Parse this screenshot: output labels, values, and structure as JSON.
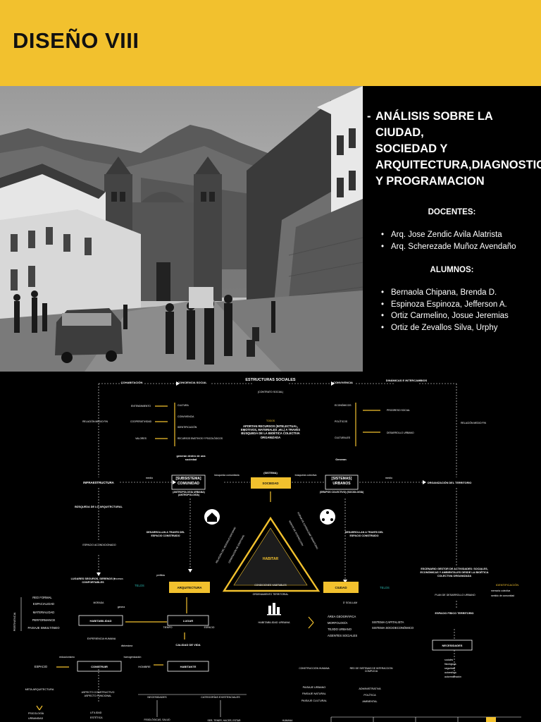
{
  "header": {
    "title": "DISEÑO VIII"
  },
  "info": {
    "title_dash": "-",
    "title_lines": [
      "ANÁLISIS SOBRE LA  CIUDAD,",
      "SOCIEDAD Y",
      "ARQUITECTURA,DIAGNOSTICO",
      "Y PROGRAMACION"
    ],
    "docentes_label": "DOCENTES:",
    "docentes": [
      "Arq. Jose Zendic Avila Alatrista",
      "Arq. Scherezade Muñoz Avendaño"
    ],
    "alumnos_label": "ALUMNOS:",
    "alumnos": [
      "Bernaola Chipana, Brenda D.",
      "Espinoza Espinoza, Jefferson A.",
      "Ortiz Carmelino, Josue Jeremias",
      "Ortiz de Zevallos Silva, Urphy"
    ]
  },
  "diagram": {
    "cohabitacion": "COHABITACIÓN",
    "conciencia_social": "CONCIENCIA SOCIAL",
    "estructuras_sociales": "ESTRUCTURAS SOCIALES",
    "contrato_social": "(CONTRATO SOCIAL)",
    "convivencia_top": "CONVIVENCIA",
    "dinamicas": "DINÁMICAS E INTERCAMBIOS",
    "entendimiento": "ENTENDIMIENTO",
    "cooperatividad": "COOPERATIVIDAD",
    "valores": "VALORES",
    "cultura": "CULTURA",
    "convivencia": "CONVIVENCIA",
    "identificacion": "IDENTIFICACIÓN",
    "recursos": "RECURSOS EMOTIVOS Y PSICOLÓGICOS",
    "economicos": "ECONÓMICOS",
    "politicos": "POLÍTICOS",
    "culturales": "CULTURALES",
    "progreso_social": "PROGRESO SOCIAL",
    "desarrollo_urbano": "DESARROLLO URBANO",
    "relacion_left": "RELACIÓN MEDIO FIN",
    "relacion_right": "RELACIÓN MEDIO FIN",
    "todos": "TODOS",
    "aportan": "APORTAN RECURSOS (INTELECTUAL, EMOTIVOS, MATERIALES ,etc.) A TRAVÉS BÚSQUEDA DE LA BIOÉTICA COLECTIVA ORGANIZADA",
    "generan": "generan dentro de una sociedad",
    "generan2": "Generan",
    "infraestructura": "INFRAESTRUCTURA",
    "medio_left": "medio",
    "medio_right": "medio",
    "subsistema_comunidad": "[SUBSISTEMA] COMUNIDAD",
    "antropologia": "(ANTROPOLOGÍA URBANA) (ANTROPOLOGÍA)",
    "busqueda_comunitaria": "búsqueda comunitaria",
    "sistema": "(SISTEMA)",
    "sociedad": "SOCIEDAD",
    "busqueda_colectiva": "búsqueda colectiva",
    "sistemas_urbanos": "[SISTEMAS] URBANOS",
    "grupos": "(GRUPOS COLECTIVO) (SOCIOLOGÍA)",
    "organizacion": "ORGANIZACIÓN DEL TERRITORIO",
    "busqueda_arq": "BÚSQUEDA DE LO ARQUITECTURAL",
    "desarrollan_left": "DESARROLLAN A TRAVÉS DEL ESPACIO CONSTRUIDO",
    "desarrollan_right": "DESARROLLAN A TRAVÉS DEL ESPACIO CONSTRUIDO",
    "espacio_acondicionado": "ESPACIO ACONDICIONADO",
    "habitar": "HABITAR",
    "condiciones": "CONDICIONES HABITABLES",
    "ordenamiento": "ORDENAMIENTO TERRITORIAL",
    "left_diag_1": "RELACIÓN DEL INDIVIDUO ENTORNO",
    "left_diag_2": "GENERACIÓN DE IDENTIDAD",
    "right_diag_1": "FORMA DE CONSOLIDAR TERRITORIO",
    "right_diag_2": "MODOS DE INTERACCIÓN",
    "lugares": "LUGARES SEGUROS, SERENOS Y CONFORTABLES",
    "procesos": "procesos",
    "perfilida": "perfilida",
    "telos_left": "TELOS",
    "arquitectura": "ARQUITECTURA",
    "ciudad": "CIUDAD",
    "telos_right": "TELOS",
    "escenario": "ESCENARIO GESTOR DE ACTIVIDADES: SOCIALES, ECONÓMICAS Y AMBIENTALES DESDE LA BIOÉTICA COLECTIVA ORGANIZADA",
    "identificacion2": "IDENTIFICACIÓN",
    "memoria": "memoria colectiva",
    "sentido": "sentido de comunidad",
    "plan": "PLAN DE DESARROLLO URBANO",
    "pertinencia": "PERTINENCIA",
    "red_formal": "RED FORMAL",
    "espacialidad": "ESPACIALIDAD",
    "materialidad": "MATERIALIDAD",
    "performance": "PERFORMANCE",
    "paisaje_simultaneo": "PAISAJE SIMULTÁNEO",
    "morada": "MORADA",
    "genera": "genera",
    "habitabilidad": "HABITABILIDAD",
    "tiempo": "TIEMPO",
    "lugar": "LUGAR",
    "espacio_small": "ESPACIO",
    "habitabilidad_urbana": "HABITABILIDAD URBANA",
    "d_soullam": "D' SOULLAM",
    "area": "ÁREA GEOGRÁFICA",
    "morfologia": "MORFOLOGÍA",
    "tejido": "TEJIDO URBANO",
    "agentes": "AGENTES SOCIALES",
    "sistema_capitalista": "SISTEMA CAPITALISTA",
    "sistema_socio": "SISTEMA SOCIOECONÓMICO",
    "espacio_fisico": "ESPACIO FÍSICO TERRITORIO",
    "experiencia": "EXPERIENCIA HUMANA",
    "distorsiona": "distorsiona",
    "calidad": "CALIDAD DE VIDA",
    "necesidades_right": "NECESIDADES",
    "reduccionismo": "reduccionismo",
    "homogenizacion": "homogenización",
    "espacio_big": "ESPACIO",
    "construir": "CONSTRUIR",
    "hombre": "HOMBRE",
    "habitante": "HABITANTE",
    "sociales": "sociales",
    "fisiologicas": "fisiológicas",
    "seguridad": "seguridad",
    "autoestima": "autoestima",
    "autorrealizacion": "autorrealización",
    "construccion_humana": "CONSTRUCCIÓN HUMANA",
    "red_sistemas": "RED DE SISTEMAS DE INTERACCIÓN COMPLEJA",
    "paisaje_urbano": "PAISAJE URBANO",
    "paisaje_natural": "PAISAJE NATURAL",
    "paisaje_cultural": "PAISAJE CULTURAL",
    "administrativa": "ADMINISTRATIVA",
    "politica": "POLÍTICA",
    "ambiental": "AMBIENTAL",
    "meta": "META ARQUITECTURA",
    "aspecto": "ASPECTO CONSTRUCTIVO ASPECTO FUNCIONAL",
    "necesidades_bottom": "NECESIDADES",
    "categorias": "CATEGORÍAS EXISTENCIALES",
    "psicologia": "PSICOLOGÍA",
    "urbanidad": "URBANIDAD",
    "utilidad": "UTILIDAD",
    "estetica": "ESTÉTICA",
    "fisiologicas_salud": "FISIOLÓGICAS, SALUD",
    "ser_tener": "SER, TENER, HACER, ESTAR",
    "humana": "HUMANA"
  },
  "colors": {
    "accent": "#f2c12e",
    "teal": "#2bb8b0",
    "background": "#000000"
  }
}
